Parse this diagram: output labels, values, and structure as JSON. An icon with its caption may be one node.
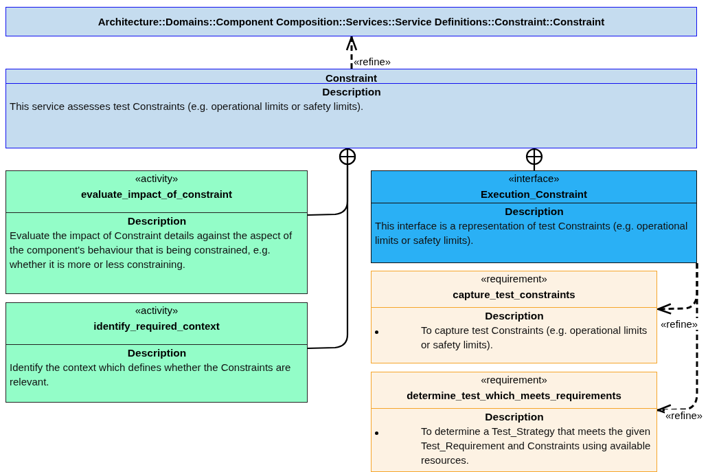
{
  "diagram": {
    "nodes": [
      {
        "text": [
          "Architecture::Domains::Component Composition::Services::Service Definitions::Constraint::Constraint"
        ]
      },
      {
        "text": [
          "Constraint",
          "Description",
          "This service assesses test Constraints (e.g. operational limits or safety limits)."
        ]
      },
      {
        "text": [
          "«activity»",
          "evaluate_impact_of_constraint",
          "Description",
          "Evaluate the impact of Constraint details against the aspect of the component's behaviour that is being constrained, e.g. whether it is more or less constraining."
        ]
      },
      {
        "text": [
          "«activity»",
          "identify_required_context",
          "Description",
          "Identify the context which defines whether the Constraints are relevant."
        ]
      },
      {
        "text": [
          "«interface»",
          "Execution_Constraint",
          "Description",
          "This interface is a representation of test Constraints (e.g. operational limits or safety limits)."
        ]
      },
      {
        "text": [
          "«requirement»",
          "capture_test_constraints",
          "Description",
          "To capture test Constraints (e.g. operational limits or safety limits)."
        ]
      },
      {
        "text": [
          "«requirement»",
          "determine_test_which_meets_requirements",
          "Description",
          "To determine a Test_Strategy that meets the given Test_Requirement and Constraints using available resources."
        ]
      }
    ],
    "edges": [
      {
        "from": 1,
        "to": 0,
        "arrow": "to",
        "style": "dashed",
        "label": "«refine»"
      },
      {
        "from": 2,
        "to": 1,
        "arrow": "other"
      },
      {
        "from": 3,
        "to": 1,
        "arrow": "other"
      },
      {
        "from": 4,
        "to": 1,
        "arrow": "other"
      },
      {
        "from": 4,
        "to": 5,
        "arrow": "to",
        "style": "dashed",
        "label": "«refine»"
      },
      {
        "from": 4,
        "to": 6,
        "arrow": "to",
        "style": "dashed",
        "label": "«refine»"
      }
    ]
  }
}
